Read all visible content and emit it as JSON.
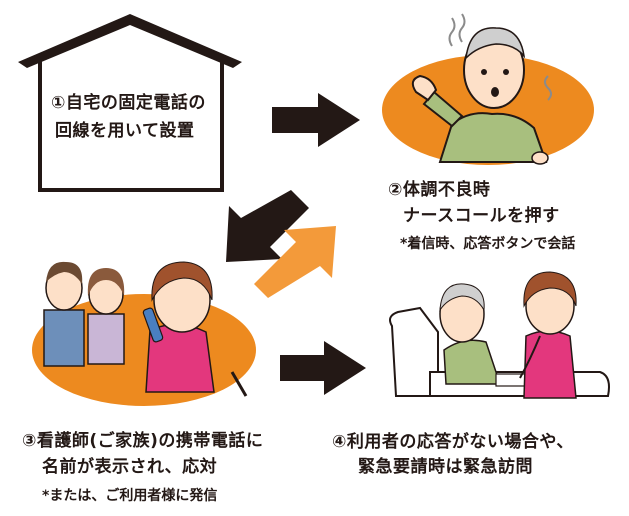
{
  "step1": {
    "line1": "①自宅の固定電話の",
    "line2": "回線を用いて設置"
  },
  "step2": {
    "line1": "②体調不良時",
    "line2": "ナースコールを押す",
    "note": "*着信時、応答ボタンで会話"
  },
  "step3": {
    "line1": "③看護師(ご家族)の携帯電話に",
    "line2": "名前が表示され、応対",
    "note": "*または、ご利用者様に発信"
  },
  "step4": {
    "line1": "④利用者の応答がない場合や、",
    "line2": "緊急要請時は緊急訪問"
  },
  "colors": {
    "orange": "#ed8a1f",
    "dark": "#231815",
    "accent_orange": "#f39a3a",
    "uniform_pink": "#e3377d",
    "skin": "#fde0c8",
    "shirt_green": "#a8bf7e"
  }
}
